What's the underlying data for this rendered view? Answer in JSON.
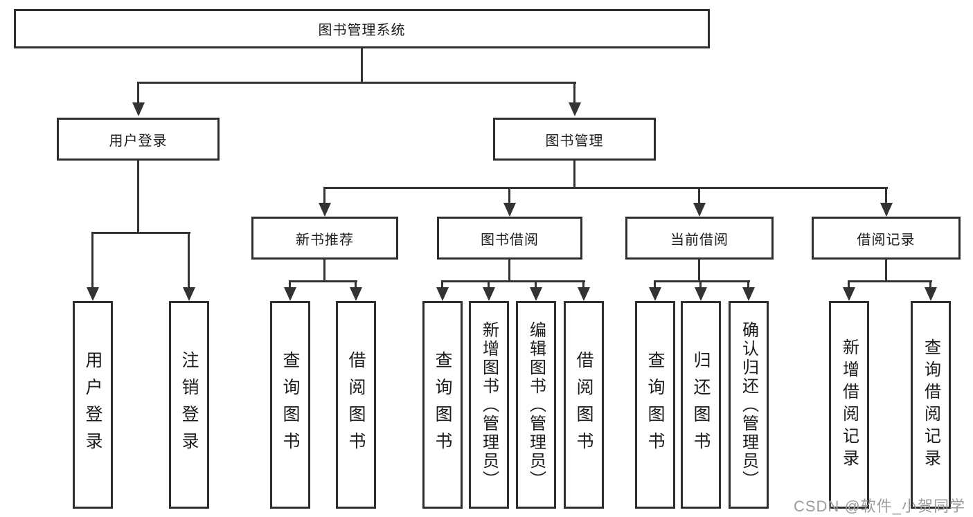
{
  "tree": {
    "label": "图书管理系统",
    "children": [
      {
        "label": "用户登录",
        "children": [
          {
            "label": "用户登录"
          },
          {
            "label": "注销登录"
          }
        ]
      },
      {
        "label": "图书管理",
        "children": [
          {
            "label": "新书推荐",
            "children": [
              {
                "label": "查询图书"
              },
              {
                "label": "借阅图书"
              }
            ]
          },
          {
            "label": "图书借阅",
            "children": [
              {
                "label": "查询图书"
              },
              {
                "label": "新增图书（管理员）"
              },
              {
                "label": "编辑图书（管理员）"
              },
              {
                "label": "借阅图书"
              }
            ]
          },
          {
            "label": "当前借阅",
            "children": [
              {
                "label": "查询图书"
              },
              {
                "label": "归还图书"
              },
              {
                "label": "确认归还（管理员）"
              }
            ]
          },
          {
            "label": "借阅记录",
            "children": [
              {
                "label": "新增借阅记录"
              },
              {
                "label": "查询借阅记录"
              }
            ]
          }
        ]
      }
    ]
  },
  "watermark": {
    "text": "CSDN @软件_小贺同学"
  },
  "colors": {
    "line": "#333333",
    "border": "#2e2e2e",
    "text": "#1c1c1c",
    "watermark": "#9b9ba0",
    "background": "#ffffff"
  }
}
